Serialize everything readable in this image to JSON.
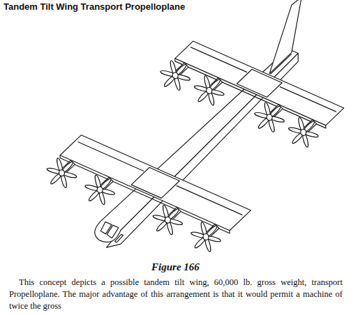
{
  "diagram": {
    "title": "Tandem Tilt Wing Transport Propelloplane",
    "caption": "Figure 166",
    "labels": [
      "This concept depicts a possible tandem tilt wing, 60,000 lb. gross weight, transport Propelloplane. The major advantage of this arrangement is that it would permit a machine of twice the gross"
    ]
  }
}
